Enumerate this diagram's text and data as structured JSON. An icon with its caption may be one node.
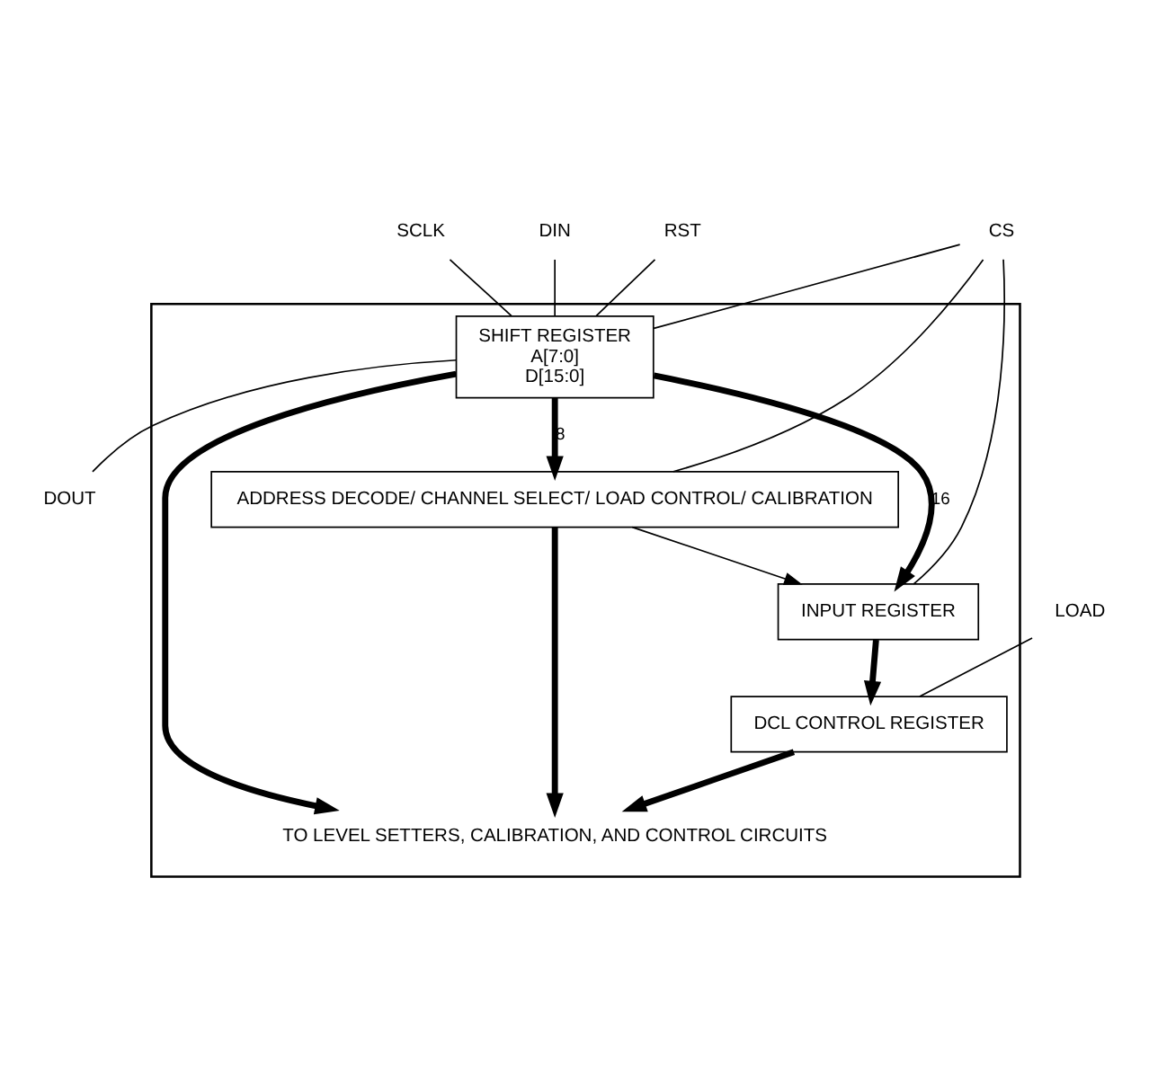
{
  "diagram": {
    "nodes": [
      {
        "text": [],
        "shape": "box"
      },
      {
        "text": [
          "SHIFT REGISTER",
          "A[7:0]",
          "D[15:0]"
        ],
        "in": 0
      },
      {
        "text": [
          "ADDRESS DECODE/ CHANNEL SELECT/ LOAD CONTROL/ CALIBRATION"
        ],
        "in": 0
      },
      {
        "text": [
          "INPUT REGISTER"
        ],
        "in": 0
      },
      {
        "text": [
          "DCL CONTROL REGISTER"
        ],
        "in": 0
      },
      {
        "text": [
          "TO LEVEL SETTERS, CALIBRATION, AND CONTROL CIRCUITS"
        ],
        "in": 0
      },
      {
        "text": [
          "RST"
        ]
      },
      {
        "text": [
          "SCLK"
        ]
      },
      {
        "text": [
          "DIN"
        ]
      },
      {
        "text": [
          "CS"
        ]
      },
      {
        "text": [
          "DOUT"
        ]
      },
      {
        "text": [
          "LOAD"
        ]
      }
    ],
    "edges": [
      {
        "from": 6,
        "to": 1,
        "arrow": "none"
      },
      {
        "from": 7,
        "to": 1,
        "arrow": "none"
      },
      {
        "from": 8,
        "to": 1,
        "arrow": "none"
      },
      {
        "from": 9,
        "to": 1,
        "arrow": "none"
      },
      {
        "from": 9,
        "to": 2,
        "arrow": "none"
      },
      {
        "from": 9,
        "to": 3,
        "arrow": "none"
      },
      {
        "from": 1,
        "to": 10,
        "arrow": "none"
      },
      {
        "from": 1,
        "to": 2,
        "arrow": "to",
        "label": "8",
        "style": "thick"
      },
      {
        "from": 1,
        "to": 3,
        "arrow": "to",
        "label": "16",
        "style": "thick"
      },
      {
        "from": 1,
        "to": 5,
        "arrow": "to",
        "style": "thick"
      },
      {
        "from": 2,
        "to": 3,
        "arrow": "to"
      },
      {
        "from": 3,
        "to": 4,
        "arrow": "to",
        "style": "thick"
      },
      {
        "from": 11,
        "to": 4,
        "arrow": "none"
      },
      {
        "from": 2,
        "to": 5,
        "arrow": "to",
        "style": "thick"
      },
      {
        "from": 4,
        "to": 5,
        "arrow": "to",
        "style": "thick"
      }
    ]
  }
}
